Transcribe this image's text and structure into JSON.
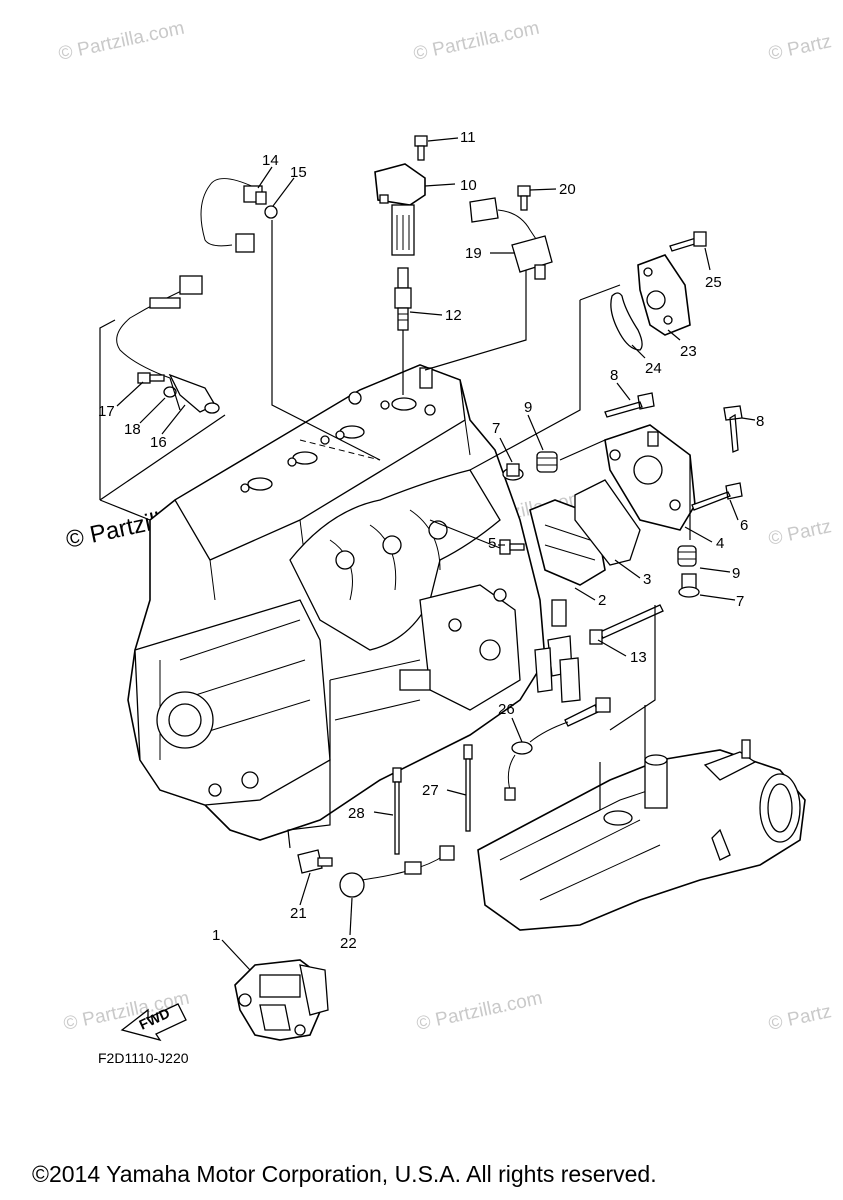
{
  "watermarks": [
    "© Partzilla.com",
    "© Partzilla.com",
    "© Partz",
    "© Partzilla.com",
    "© Partz",
    "© Partzilla.com",
    "© Partzilla.com",
    "© Partz"
  ],
  "watermark_main": "© Partzilla.com",
  "callouts": [
    "1",
    "2",
    "3",
    "4",
    "5",
    "6",
    "7",
    "7",
    "8",
    "8",
    "9",
    "9",
    "10",
    "11",
    "12",
    "13",
    "14",
    "15",
    "16",
    "17",
    "18",
    "19",
    "20",
    "21",
    "22",
    "23",
    "24",
    "25",
    "26",
    "27",
    "28"
  ],
  "fwd_label": "FWD",
  "figure_code": "F2D1110-J220",
  "copyright": "©2014 Yamaha Motor Corporation, U.S.A. All rights reserved."
}
